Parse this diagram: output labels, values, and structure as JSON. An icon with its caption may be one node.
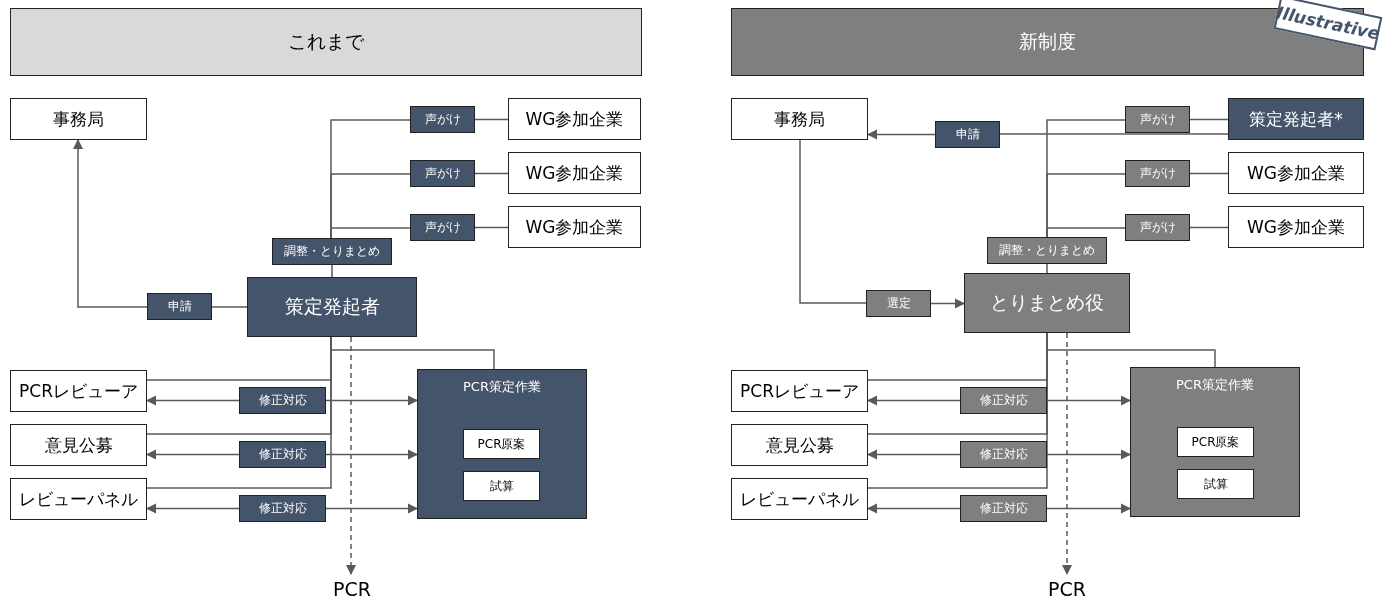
{
  "diagram": {
    "nodes": [
      {
        "text": [
          "これまで"
        ]
      },
      {
        "text": [
          "事務局"
        ]
      },
      {
        "text": [
          "声がけ"
        ]
      },
      {
        "text": [
          "WG参加企業"
        ]
      },
      {
        "text": [
          "声がけ"
        ]
      },
      {
        "text": [
          "WG参加企業"
        ]
      },
      {
        "text": [
          "声がけ"
        ]
      },
      {
        "text": [
          "WG参加企業"
        ]
      },
      {
        "text": [
          "調整・とりまとめ"
        ]
      },
      {
        "text": [
          "申請"
        ]
      },
      {
        "text": [
          "策定発起者"
        ]
      },
      {
        "text": [
          "PCRレビューア"
        ]
      },
      {
        "text": [
          "修正対応"
        ]
      },
      {
        "text": [
          "PCR策定作業"
        ]
      },
      {
        "text": [
          "PCR原案"
        ],
        "in": 13
      },
      {
        "text": [
          "試算"
        ],
        "in": 13
      },
      {
        "text": [
          "意見公募"
        ]
      },
      {
        "text": [
          "修正対応"
        ]
      },
      {
        "text": [
          "レビューパネル"
        ]
      },
      {
        "text": [
          "修正対応"
        ]
      },
      {
        "text": [
          "PCR"
        ]
      },
      {
        "text": [
          "新制度"
        ]
      },
      {
        "text": [
          "事務局"
        ]
      },
      {
        "text": [
          "声がけ"
        ]
      },
      {
        "text": [
          "策定発起者*"
        ]
      },
      {
        "text": [
          "申請"
        ]
      },
      {
        "text": [
          "声がけ"
        ]
      },
      {
        "text": [
          "WG参加企業"
        ]
      },
      {
        "text": [
          "声がけ"
        ]
      },
      {
        "text": [
          "WG参加企業"
        ]
      },
      {
        "text": [
          "調整・とりまとめ"
        ]
      },
      {
        "text": [
          "選定"
        ]
      },
      {
        "text": [
          "とりまとめ役"
        ]
      },
      {
        "text": [
          "PCRレビューア"
        ]
      },
      {
        "text": [
          "修正対応"
        ]
      },
      {
        "text": [
          "PCR策定作業"
        ]
      },
      {
        "text": [
          "PCR原案"
        ],
        "in": 35
      },
      {
        "text": [
          "試算"
        ],
        "in": 35
      },
      {
        "text": [
          "意見公募"
        ]
      },
      {
        "text": [
          "修正対応"
        ]
      },
      {
        "text": [
          "レビューパネル"
        ]
      },
      {
        "text": [
          "修正対応"
        ]
      },
      {
        "text": [
          "PCR"
        ]
      }
    ],
    "edges": [
      {
        "from": 10,
        "to": 8,
        "arrow": "none"
      },
      {
        "from": 8,
        "to": 2,
        "arrow": "none"
      },
      {
        "from": 8,
        "to": 4,
        "arrow": "none"
      },
      {
        "from": 8,
        "to": 6,
        "arrow": "none"
      },
      {
        "from": 2,
        "to": 3,
        "arrow": "none"
      },
      {
        "from": 4,
        "to": 5,
        "arrow": "none"
      },
      {
        "from": 6,
        "to": 7,
        "arrow": "none"
      },
      {
        "from": 10,
        "to": 9,
        "arrow": "none"
      },
      {
        "from": 9,
        "to": 1,
        "arrow": "to"
      },
      {
        "from": 10,
        "to": 11,
        "arrow": "none"
      },
      {
        "from": 10,
        "to": 16,
        "arrow": "none"
      },
      {
        "from": 10,
        "to": 18,
        "arrow": "none"
      },
      {
        "from": 10,
        "to": 13,
        "arrow": "none"
      },
      {
        "from": 12,
        "to": 11,
        "arrow": "to"
      },
      {
        "from": 12,
        "to": 13,
        "arrow": "to"
      },
      {
        "from": 17,
        "to": 16,
        "arrow": "to"
      },
      {
        "from": 17,
        "to": 13,
        "arrow": "to"
      },
      {
        "from": 19,
        "to": 18,
        "arrow": "to"
      },
      {
        "from": 19,
        "to": 13,
        "arrow": "to"
      },
      {
        "from": 10,
        "to": 20,
        "arrow": "to",
        "style": "dashed"
      },
      {
        "from": 32,
        "to": 30,
        "arrow": "none"
      },
      {
        "from": 30,
        "to": 23,
        "arrow": "none"
      },
      {
        "from": 30,
        "to": 26,
        "arrow": "none"
      },
      {
        "from": 30,
        "to": 28,
        "arrow": "none"
      },
      {
        "from": 23,
        "to": 24,
        "arrow": "none"
      },
      {
        "from": 26,
        "to": 27,
        "arrow": "none"
      },
      {
        "from": 28,
        "to": 29,
        "arrow": "none"
      },
      {
        "from": 24,
        "to": 25,
        "arrow": "none"
      },
      {
        "from": 25,
        "to": 22,
        "arrow": "to"
      },
      {
        "from": 22,
        "to": 31,
        "arrow": "none"
      },
      {
        "from": 31,
        "to": 32,
        "arrow": "to"
      },
      {
        "from": 32,
        "to": 33,
        "arrow": "none"
      },
      {
        "from": 32,
        "to": 38,
        "arrow": "none"
      },
      {
        "from": 32,
        "to": 40,
        "arrow": "none"
      },
      {
        "from": 32,
        "to": 35,
        "arrow": "none"
      },
      {
        "from": 34,
        "to": 33,
        "arrow": "to"
      },
      {
        "from": 34,
        "to": 35,
        "arrow": "to"
      },
      {
        "from": 39,
        "to": 38,
        "arrow": "to"
      },
      {
        "from": 39,
        "to": 35,
        "arrow": "to"
      },
      {
        "from": 41,
        "to": 40,
        "arrow": "to"
      },
      {
        "from": 41,
        "to": 35,
        "arrow": "to"
      },
      {
        "from": 32,
        "to": 42,
        "arrow": "to",
        "style": "dashed"
      }
    ],
    "labels": [
      "Illustrative"
    ]
  }
}
